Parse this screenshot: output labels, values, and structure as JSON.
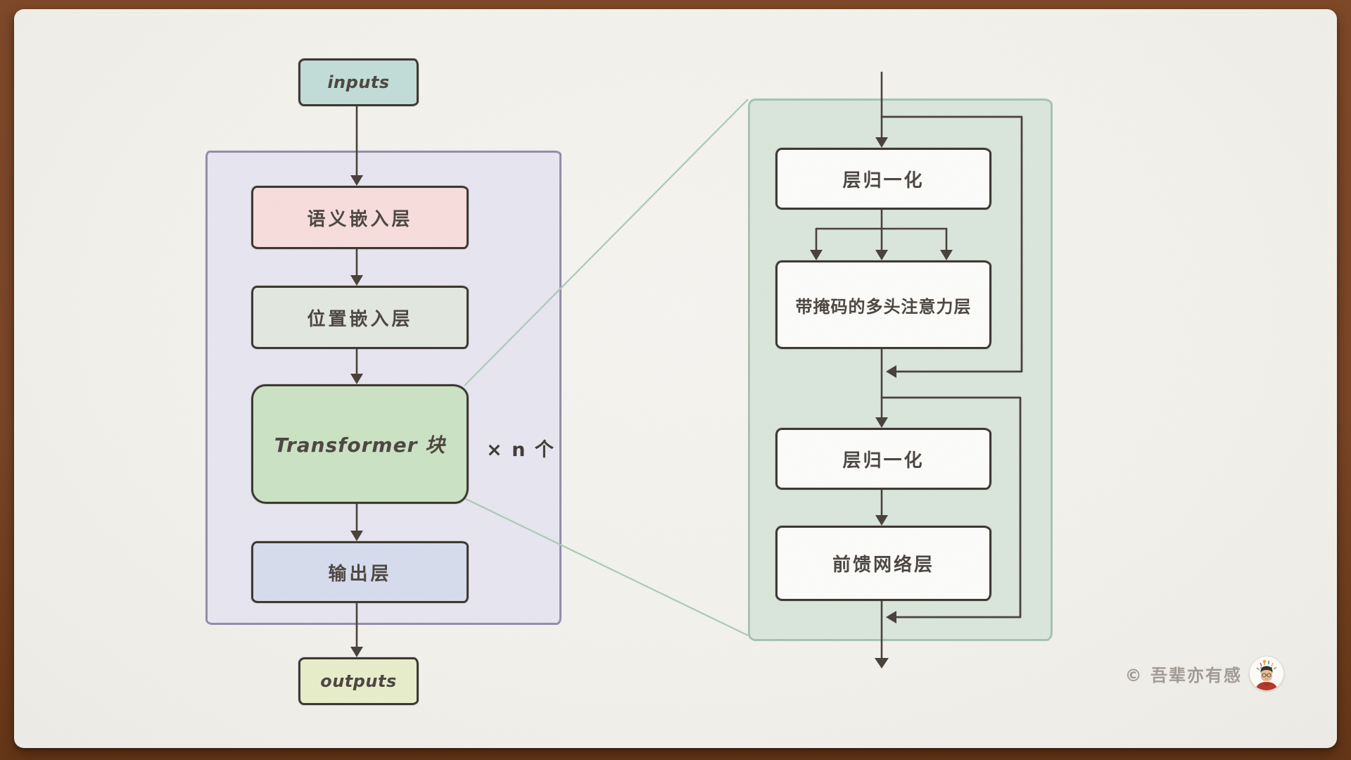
{
  "frame": {
    "background": "#7a4627",
    "paper_color": "#f4f3ef"
  },
  "left_flow": {
    "input": {
      "label": "inputs",
      "fill": "#c2ddd8"
    },
    "panel": {
      "fill": "#e8e6f1",
      "border": "#938cab"
    },
    "layers": [
      {
        "label": "语义嵌入层",
        "fill": "#f8dedd"
      },
      {
        "label": "位置嵌入层",
        "fill": "#e3e8e0"
      },
      {
        "label": "Transformer 块",
        "fill": "#cbe4c4"
      },
      {
        "label": "输出层",
        "fill": "#d7ddee"
      }
    ],
    "multiplier": "× n 个",
    "output": {
      "label": "outputs",
      "fill": "#e9eecb"
    }
  },
  "right_flow": {
    "panel": {
      "fill": "#dbe7dc",
      "border": "#a6c3b1"
    },
    "box_fill": "#fdfdfc",
    "boxes": [
      {
        "label": "层归一化"
      },
      {
        "label": "带掩码的多头注意力层"
      },
      {
        "label": "层归一化"
      },
      {
        "label": "前馈网络层"
      }
    ]
  },
  "connections": {
    "arrow_color": "#474038",
    "zoom_link_color": "#a9cbb6"
  },
  "footer": {
    "copyright": "© 吾辈亦有感",
    "avatar_icon": "author-avatar"
  }
}
